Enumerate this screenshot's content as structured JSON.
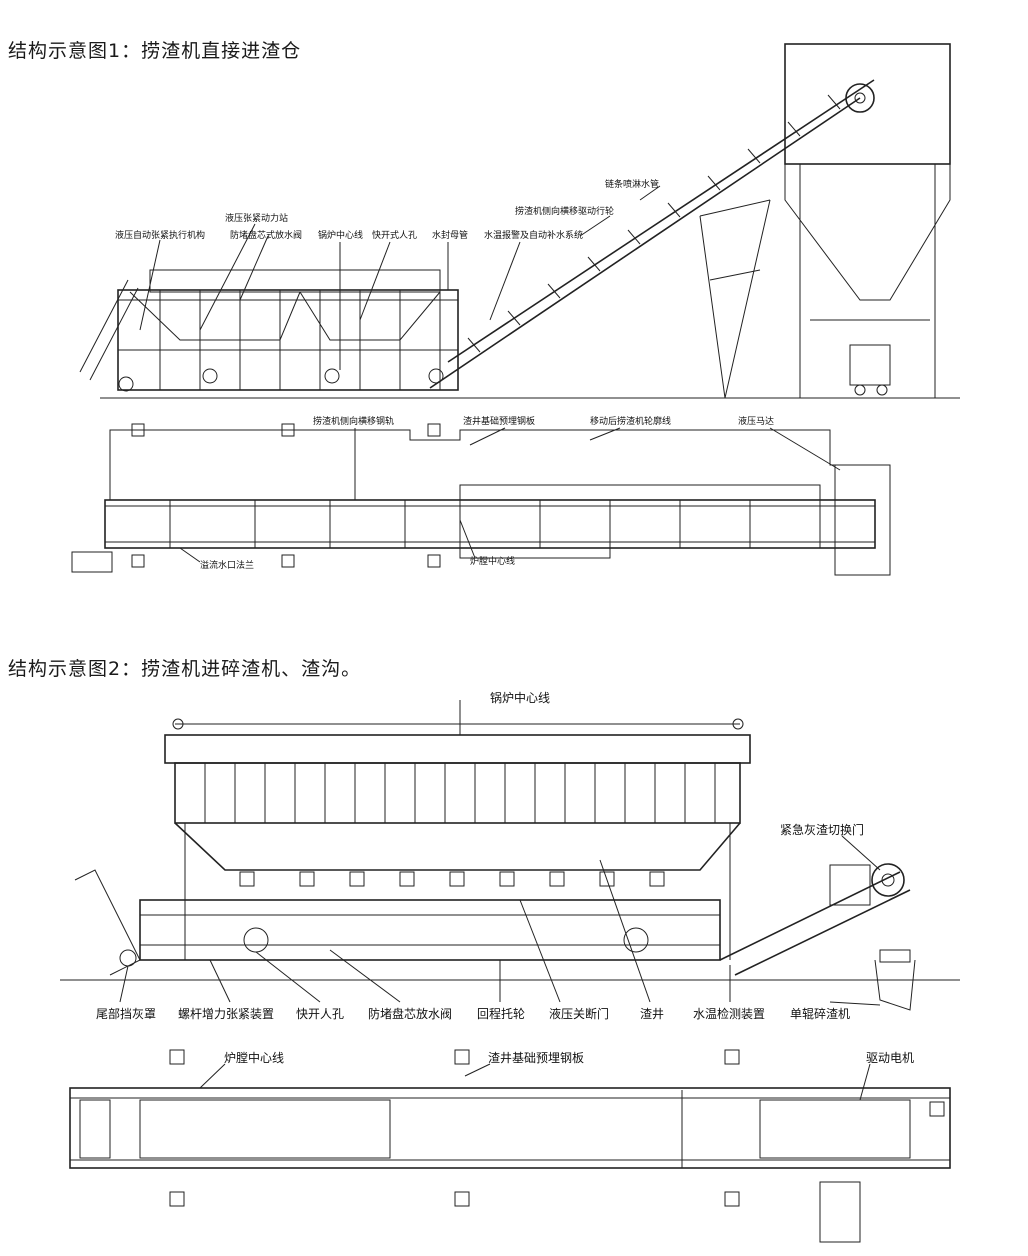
{
  "titles": {
    "diagram1": "结构示意图1：捞渣机直接进渣仓",
    "diagram2": "结构示意图2：捞渣机进碎渣机、渣沟。"
  },
  "diagram1_labels": {
    "chain_spray_pipe": "链条喷淋水管",
    "lateral_drive_wheel": "捞渣机侧向横移驱动行轮",
    "hydraulic_station": "液压张紧动力站",
    "auto_tensioner": "液压自动张紧执行机构",
    "anti_block_valve": "防堵盘芯式放水阀",
    "boiler_centerline": "锅炉中心线",
    "quick_manhole": "快开式人孔",
    "water_seal": "水封母管",
    "temp_alarm": "水温报警及自动补水系统",
    "lateral_rail": "捞渣机侧向横移钢轨",
    "pit_plate": "渣井基础预埋钢板",
    "moved_outline": "移动后捞渣机轮廓线",
    "hydraulic_motor": "液压马达",
    "overflow_flange": "溢流水口法兰",
    "furnace_centerline": "炉膛中心线"
  },
  "diagram2_labels": {
    "boiler_centerline": "锅炉中心线",
    "emergency_door": "紧急灰渣切换门",
    "tail_cover": "尾部挡灰罩",
    "screw_tensioner": "螺杆增力张紧装置",
    "quick_manhole": "快开人孔",
    "anti_block_valve": "防堵盘芯放水阀",
    "return_roller": "回程托轮",
    "hydraulic_gate": "液压关断门",
    "slag_pit": "渣井",
    "temp_detector": "水温检测装置",
    "single_crusher": "单辊碎渣机",
    "furnace_centerline": "炉膛中心线",
    "pit_plate": "渣井基础预埋钢板",
    "drive_motor": "驱动电机"
  }
}
